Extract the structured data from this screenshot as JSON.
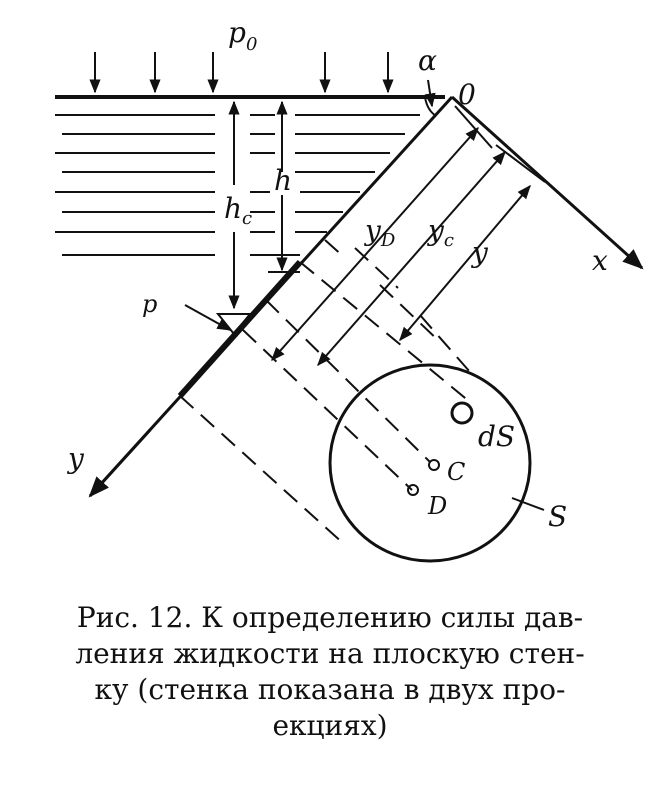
{
  "labels": {
    "p0": "p",
    "p0_sub": "0",
    "alpha": "α",
    "origin": "0",
    "h": "h",
    "hc": "h",
    "hc_sub": "c",
    "yD": "y",
    "yD_sub": "D",
    "yC": "y",
    "yC_sub": "c",
    "y_dim": "y",
    "x_axis": "x",
    "y_axis": "y",
    "p": "p",
    "dS": "dS",
    "C": "C",
    "D": "D",
    "S": "S"
  },
  "caption": {
    "lines": [
      "Рис. 12. К определению силы дав-",
      "ления жидкости на плоскую стен-",
      "ку (стенка показана в двух про-",
      "екциях)"
    ]
  }
}
